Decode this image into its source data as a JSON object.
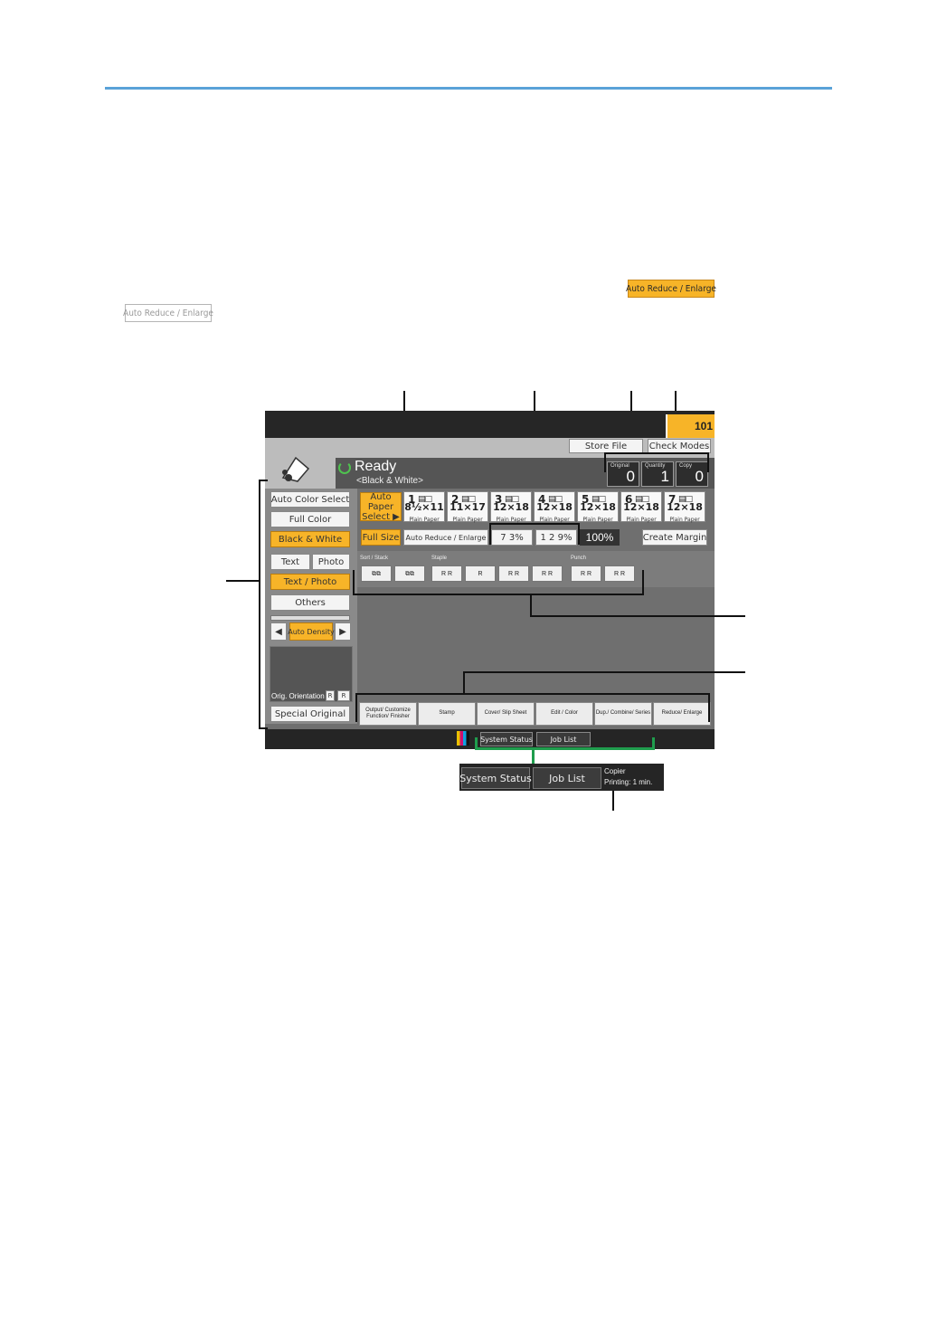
{
  "inline_buttons": {
    "active": "Auto Reduce / Enlarge",
    "inactive": "Auto Reduce / Enlarge"
  },
  "screen": {
    "tab_number": "101",
    "store_file": "Store File",
    "check_modes": "Check Modes",
    "status": "Ready",
    "status_sub": "<Black & White>",
    "counters": [
      {
        "label": "Original",
        "value": "0"
      },
      {
        "label": "Quantity",
        "value": "1"
      },
      {
        "label": "Copy",
        "value": "0"
      }
    ],
    "color_modes": [
      "Auto Color Select",
      "Full Color",
      "Black & White"
    ],
    "type_modes": {
      "text": "Text",
      "photo": "Photo",
      "text_photo": "Text / Photo",
      "others": "Others"
    },
    "density": "Auto Density",
    "orig_orientation": "Orig. Orientation",
    "special_original": "Special Original",
    "auto_paper_select": "Auto Paper Select ▶",
    "papers": [
      {
        "num": "1",
        "size": "8½×11",
        "type": "Plain Paper"
      },
      {
        "num": "2",
        "size": "11×17",
        "type": "Plain Paper"
      },
      {
        "num": "3",
        "size": "12×18",
        "type": "Plain Paper"
      },
      {
        "num": "4",
        "size": "12×18",
        "type": "Plain Paper"
      },
      {
        "num": "5",
        "size": "12×18",
        "type": "Plain Paper"
      },
      {
        "num": "6",
        "size": "12×18",
        "type": "Plain Paper"
      },
      {
        "num": "7",
        "size": "12×18",
        "type": "Plain Paper"
      }
    ],
    "full_size": "Full Size",
    "auto_reduce_enlarge": "Auto Reduce / Enlarge",
    "ratio_1": "7 3%",
    "ratio_2": "1 2 9%",
    "ratio_current": "100%",
    "create_margin": "Create Margin",
    "finisher_groups": {
      "sort": "Sort / Stack",
      "staple": "Staple",
      "punch": "Punch"
    },
    "bottom_tabs": [
      "Output/ Customize Function/ Finisher",
      "Stamp",
      "Cover/ Slip Sheet",
      "Edit / Color",
      "Dup./ Combine/ Series",
      "Reduce/ Enlarge"
    ],
    "system_status": "System Status",
    "job_list": "Job List"
  },
  "zoom": {
    "system_status": "System Status",
    "job_list": "Job List",
    "message_line1": "Copier",
    "message_line2": "Printing: 1 min."
  }
}
